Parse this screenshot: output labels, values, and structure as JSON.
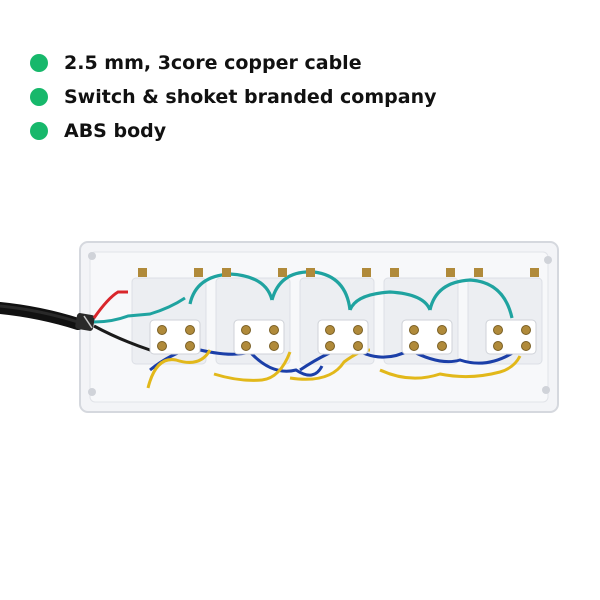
{
  "colors": {
    "bullet": "#17b86b",
    "text": "#111111",
    "board": "#f3f4f7",
    "teal_wire": "#1fa3a0",
    "blue_wire": "#1b3fa8",
    "yellow_wire": "#e2b81a",
    "red_wire": "#d9262b",
    "black_wire": "#1a1a1a",
    "brass": "#b08a3a"
  },
  "features": {
    "items": [
      {
        "label": "2.5 mm, 3core copper cable",
        "icon": "green-dot-bullet-icon"
      },
      {
        "label": "Switch & shoket branded company",
        "icon": "green-dot-bullet-icon"
      },
      {
        "label": "ABS body",
        "icon": "green-dot-bullet-icon"
      }
    ]
  },
  "product": {
    "socket_count": 5
  }
}
